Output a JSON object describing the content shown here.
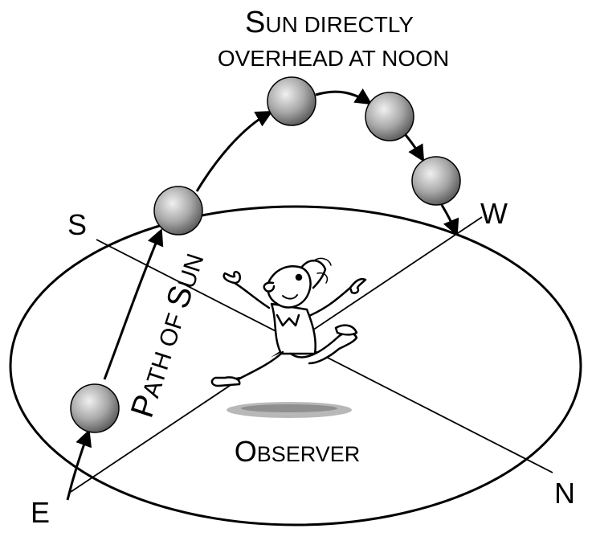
{
  "title": {
    "line1_initial": "S",
    "line1_rest": "UN DIRECTLY",
    "line2": "OVERHEAD AT NOON"
  },
  "path_label": {
    "initial_p": "P",
    "part1": "ATH OF ",
    "initial_s": "S",
    "part2": "UN"
  },
  "observer_label": {
    "initial": "O",
    "rest": "BSERVER"
  },
  "compass": {
    "east": "E",
    "west": "W",
    "south": "S",
    "north": "N"
  },
  "colors": {
    "ink": "#000000",
    "background": "#ffffff",
    "sun_light": "#e6e6e6",
    "sun_dark": "#5a5a5a"
  },
  "sun_positions_count": 5
}
